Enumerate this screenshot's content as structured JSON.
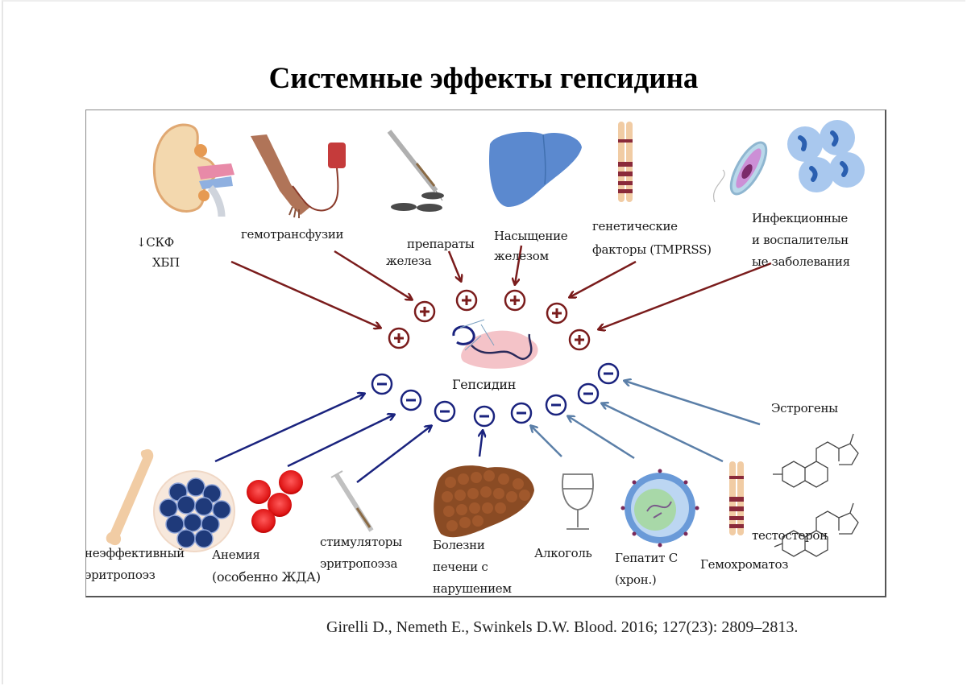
{
  "slide": {
    "title": "Системные эффекты гепсидина",
    "citation": "Girelli D., Nemeth E., Swinkels D.W. Blood. 2016; 127(23): 2809–2813."
  },
  "diagram": {
    "center": {
      "label": "Гепсидин",
      "icon": "hepcidin-molecule-icon"
    },
    "colors": {
      "increase": "#7a1c1c",
      "decrease_dark": "#1a237e",
      "decrease_light": "#5b7fa8",
      "hepcidin_halo": "#f2b8be"
    },
    "stimulators_symbol": "+",
    "inhibitors_symbol": "−",
    "stimulators": [
      {
        "lines": [
          "↓СКФ",
          "ХБП"
        ],
        "icon": "kidney-icon"
      },
      {
        "lines": [
          "гемотрансфузии"
        ],
        "icon": "blood-transfusion-icon"
      },
      {
        "lines": [
          "препараты",
          "железа"
        ],
        "icon": "syringe-pills-icon"
      },
      {
        "lines": [
          "Насыщение",
          "железом"
        ],
        "icon": "liver-icon"
      },
      {
        "lines": [
          "генетические",
          "факторы (TMPRSS)"
        ],
        "icon": "chromosome-icon"
      },
      {
        "lines": [
          "Инфекционные",
          "и воспалительн",
          "ые заболевания"
        ],
        "icon": "bacteria-cells-icon"
      }
    ],
    "inhibitors": [
      {
        "lines": [
          "неэффективный",
          "эритропоэз"
        ],
        "icon": "bone-marrow-icon"
      },
      {
        "lines": [
          "Анемия",
          "(особенно ЖДА)"
        ],
        "icon": "red-blood-cells-icon"
      },
      {
        "lines": [
          "стимуляторы",
          "эритропоэза"
        ],
        "icon": "syringe-icon"
      },
      {
        "lines": [
          "Болезни",
          "печени с",
          "нарушением"
        ],
        "icon": "cirrhotic-liver-icon"
      },
      {
        "lines": [
          "Алкоголь"
        ],
        "icon": "wine-glass-icon"
      },
      {
        "lines": [
          "Гепатит С",
          "(хрон.)"
        ],
        "icon": "virus-icon"
      },
      {
        "lines": [
          "Гемохроматоз"
        ],
        "icon": "chromosome-icon"
      },
      {
        "lines": [
          "тестостерон"
        ],
        "icon": "testosterone-molecule-icon"
      },
      {
        "lines": [
          "Эстрогены"
        ],
        "icon": "estrogen-molecule-icon"
      }
    ]
  }
}
